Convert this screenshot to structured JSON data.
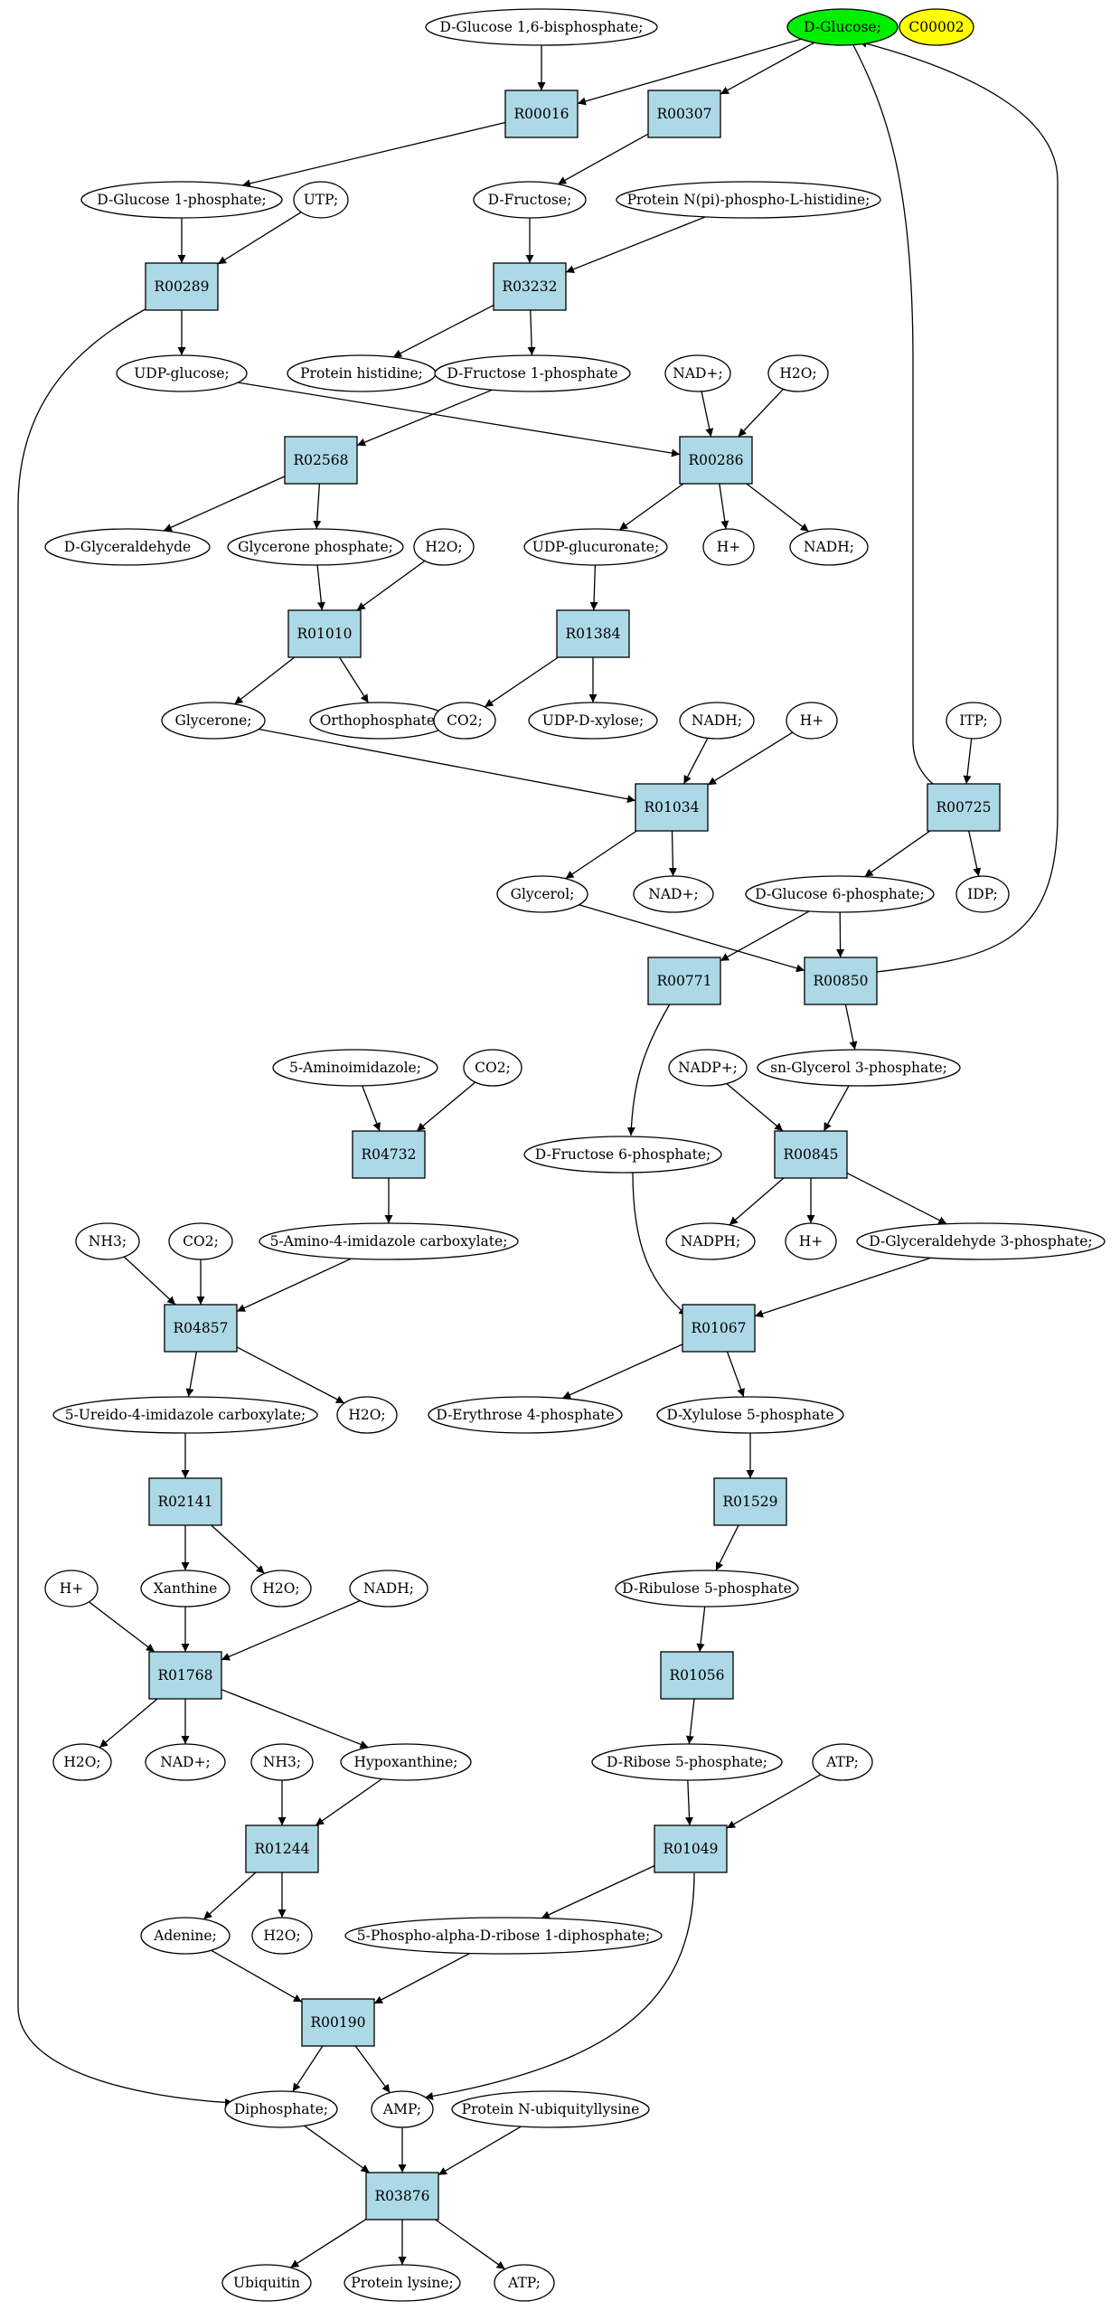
{
  "graph": {
    "colors": {
      "highlight": "#00ee00",
      "secondary": "#ffff00",
      "reaction": "#add8e6",
      "compound": "#ffffff"
    },
    "compounds": [
      {
        "id": "c_dglc16bp",
        "label": "D-Glucose 1,6-bisphosphate;"
      },
      {
        "id": "c_dglucose",
        "label": "D-Glucose;",
        "color": "#00ee00"
      },
      {
        "id": "c_c00002",
        "label": "C00002",
        "color": "#ffff00"
      },
      {
        "id": "c_dglc1p",
        "label": "D-Glucose 1-phosphate;"
      },
      {
        "id": "c_utp",
        "label": "UTP;"
      },
      {
        "id": "c_dfructose",
        "label": "D-Fructose;"
      },
      {
        "id": "c_protnpi",
        "label": "Protein N(pi)-phospho-L-histidine;"
      },
      {
        "id": "c_udpglc",
        "label": "UDP-glucose;"
      },
      {
        "id": "c_prothis",
        "label": "Protein histidine;"
      },
      {
        "id": "c_dfru1p",
        "label": "D-Fructose 1-phosphate"
      },
      {
        "id": "c_nadp_plus1",
        "label": "NAD+;"
      },
      {
        "id": "c_h2o_1",
        "label": "H2O;"
      },
      {
        "id": "c_dglyald",
        "label": "D-Glyceraldehyde"
      },
      {
        "id": "c_gnp",
        "label": "Glycerone phosphate;"
      },
      {
        "id": "c_h2o_2",
        "label": "H2O;"
      },
      {
        "id": "c_udpglcur",
        "label": "UDP-glucuronate;"
      },
      {
        "id": "c_hplus1",
        "label": "H+"
      },
      {
        "id": "c_nadh1",
        "label": "NADH;"
      },
      {
        "id": "c_glycerone",
        "label": "Glycerone;"
      },
      {
        "id": "c_orthop",
        "label": "Orthophosphate;"
      },
      {
        "id": "c_co2_1",
        "label": "CO2;"
      },
      {
        "id": "c_udpxyl",
        "label": "UDP-D-xylose;"
      },
      {
        "id": "c_nadh2",
        "label": "NADH;"
      },
      {
        "id": "c_hplus2",
        "label": "H+"
      },
      {
        "id": "c_itp",
        "label": "ITP;"
      },
      {
        "id": "c_glycerol",
        "label": "Glycerol;"
      },
      {
        "id": "c_nadplus2",
        "label": "NAD+;"
      },
      {
        "id": "c_dglc6p",
        "label": "D-Glucose 6-phosphate;"
      },
      {
        "id": "c_idp",
        "label": "IDP;"
      },
      {
        "id": "c_aminoimid",
        "label": "5-Aminoimidazole;"
      },
      {
        "id": "c_co2_2",
        "label": "CO2;"
      },
      {
        "id": "c_nadpplus",
        "label": "NADP+;"
      },
      {
        "id": "c_snglyc3p",
        "label": "sn-Glycerol 3-phosphate;"
      },
      {
        "id": "c_dfru6p",
        "label": "D-Fructose 6-phosphate;"
      },
      {
        "id": "c_nh3_1",
        "label": "NH3;"
      },
      {
        "id": "c_co2_3",
        "label": "CO2;"
      },
      {
        "id": "c_amimcarb",
        "label": "5-Amino-4-imidazole carboxylate;"
      },
      {
        "id": "c_nadph",
        "label": "NADPH;"
      },
      {
        "id": "c_hplus3",
        "label": "H+"
      },
      {
        "id": "c_dga3p",
        "label": "D-Glyceraldehyde 3-phosphate;"
      },
      {
        "id": "c_ureido",
        "label": "5-Ureido-4-imidazole carboxylate;"
      },
      {
        "id": "c_h2o_3",
        "label": "H2O;"
      },
      {
        "id": "c_derythr4p",
        "label": "D-Erythrose 4-phosphate"
      },
      {
        "id": "c_dxyl5p",
        "label": "D-Xylulose 5-phosphate"
      },
      {
        "id": "c_hplus4",
        "label": "H+"
      },
      {
        "id": "c_xanthine",
        "label": "Xanthine"
      },
      {
        "id": "c_h2o_4",
        "label": "H2O;"
      },
      {
        "id": "c_nadh3",
        "label": "NADH;"
      },
      {
        "id": "c_dribu5p",
        "label": "D-Ribulose 5-phosphate"
      },
      {
        "id": "c_h2o_5",
        "label": "H2O;"
      },
      {
        "id": "c_nadplus3",
        "label": "NAD+;"
      },
      {
        "id": "c_nh3_2",
        "label": "NH3;"
      },
      {
        "id": "c_hypox",
        "label": "Hypoxanthine;"
      },
      {
        "id": "c_drib5p",
        "label": "D-Ribose 5-phosphate;"
      },
      {
        "id": "c_atp1",
        "label": "ATP;"
      },
      {
        "id": "c_adenine",
        "label": "Adenine;"
      },
      {
        "id": "c_h2o_6",
        "label": "H2O;"
      },
      {
        "id": "c_prpp",
        "label": "5-Phospho-alpha-D-ribose 1-diphosphate;"
      },
      {
        "id": "c_diphos",
        "label": "Diphosphate;"
      },
      {
        "id": "c_amp",
        "label": "AMP;"
      },
      {
        "id": "c_protubq",
        "label": "Protein N-ubiquityllysine"
      },
      {
        "id": "c_ubiquitin",
        "label": "Ubiquitin"
      },
      {
        "id": "c_protlys",
        "label": "Protein lysine;"
      },
      {
        "id": "c_atp2",
        "label": "ATP;"
      }
    ],
    "reactions": [
      {
        "id": "r_R00016",
        "label": "R00016"
      },
      {
        "id": "r_R00307",
        "label": "R00307"
      },
      {
        "id": "r_R00289",
        "label": "R00289"
      },
      {
        "id": "r_R03232",
        "label": "R03232"
      },
      {
        "id": "r_R02568",
        "label": "R02568"
      },
      {
        "id": "r_R00286",
        "label": "R00286"
      },
      {
        "id": "r_R01010",
        "label": "R01010"
      },
      {
        "id": "r_R01384",
        "label": "R01384"
      },
      {
        "id": "r_R01034",
        "label": "R01034"
      },
      {
        "id": "r_R00725",
        "label": "R00725"
      },
      {
        "id": "r_R00771",
        "label": "R00771"
      },
      {
        "id": "r_R00850",
        "label": "R00850"
      },
      {
        "id": "r_R04732",
        "label": "R04732"
      },
      {
        "id": "r_R00845",
        "label": "R00845"
      },
      {
        "id": "r_R04857",
        "label": "R04857"
      },
      {
        "id": "r_R01067",
        "label": "R01067"
      },
      {
        "id": "r_R02141",
        "label": "R02141"
      },
      {
        "id": "r_R01529",
        "label": "R01529"
      },
      {
        "id": "r_R01768",
        "label": "R01768"
      },
      {
        "id": "r_R01056",
        "label": "R01056"
      },
      {
        "id": "r_R01244",
        "label": "R01244"
      },
      {
        "id": "r_R01049",
        "label": "R01049"
      },
      {
        "id": "r_R00190",
        "label": "R00190"
      },
      {
        "id": "r_R03876",
        "label": "R03876"
      }
    ],
    "edges": [
      [
        "c_dglc16bp",
        "r_R00016"
      ],
      [
        "c_dglucose",
        "r_R00016"
      ],
      [
        "c_dglucose",
        "r_R00307"
      ],
      [
        "r_R00016",
        "c_dglc1p"
      ],
      [
        "r_R00307",
        "c_dfructose"
      ],
      [
        "c_dglc1p",
        "r_R00289"
      ],
      [
        "c_utp",
        "r_R00289"
      ],
      [
        "c_dfructose",
        "r_R03232"
      ],
      [
        "c_protnpi",
        "r_R03232"
      ],
      [
        "r_R00289",
        "c_udpglc"
      ],
      [
        "r_R00289",
        "c_diphos"
      ],
      [
        "r_R03232",
        "c_prothis"
      ],
      [
        "r_R03232",
        "c_dfru1p"
      ],
      [
        "c_dfru1p",
        "r_R02568"
      ],
      [
        "c_udpglc",
        "r_R00286"
      ],
      [
        "c_nadp_plus1",
        "r_R00286"
      ],
      [
        "c_h2o_1",
        "r_R00286"
      ],
      [
        "r_R02568",
        "c_dglyald"
      ],
      [
        "r_R02568",
        "c_gnp"
      ],
      [
        "r_R00286",
        "c_udpglcur"
      ],
      [
        "r_R00286",
        "c_hplus1"
      ],
      [
        "r_R00286",
        "c_nadh1"
      ],
      [
        "c_gnp",
        "r_R01010"
      ],
      [
        "c_h2o_2",
        "r_R01010"
      ],
      [
        "c_udpglcur",
        "r_R01384"
      ],
      [
        "r_R01010",
        "c_glycerone"
      ],
      [
        "r_R01010",
        "c_orthop"
      ],
      [
        "r_R01384",
        "c_co2_1"
      ],
      [
        "r_R01384",
        "c_udpxyl"
      ],
      [
        "c_glycerone",
        "r_R01034"
      ],
      [
        "c_nadh2",
        "r_R01034"
      ],
      [
        "c_hplus2",
        "r_R01034"
      ],
      [
        "c_dglucose",
        "r_R00725"
      ],
      [
        "c_itp",
        "r_R00725"
      ],
      [
        "r_R01034",
        "c_glycerol"
      ],
      [
        "r_R01034",
        "c_nadplus2"
      ],
      [
        "r_R00725",
        "c_dglc6p"
      ],
      [
        "r_R00725",
        "c_idp"
      ],
      [
        "c_dglc6p",
        "r_R00771"
      ],
      [
        "c_dglc6p",
        "r_R00850"
      ],
      [
        "c_glycerol",
        "r_R00850"
      ],
      [
        "r_R00850",
        "c_dglucose"
      ],
      [
        "r_R00850",
        "c_snglyc3p"
      ],
      [
        "c_aminoimid",
        "r_R04732"
      ],
      [
        "c_co2_2",
        "r_R04732"
      ],
      [
        "c_nadpplus",
        "r_R00845"
      ],
      [
        "c_snglyc3p",
        "r_R00845"
      ],
      [
        "r_R04732",
        "c_amimcarb"
      ],
      [
        "r_R00771",
        "c_dfru6p"
      ],
      [
        "r_R00845",
        "c_nadph"
      ],
      [
        "r_R00845",
        "c_hplus3"
      ],
      [
        "r_R00845",
        "c_dga3p"
      ],
      [
        "c_nh3_1",
        "r_R04857"
      ],
      [
        "c_co2_3",
        "r_R04857"
      ],
      [
        "c_amimcarb",
        "r_R04857"
      ],
      [
        "c_dfru6p",
        "r_R01067"
      ],
      [
        "c_dga3p",
        "r_R01067"
      ],
      [
        "r_R04857",
        "c_ureido"
      ],
      [
        "r_R04857",
        "c_h2o_3"
      ],
      [
        "r_R01067",
        "c_derythr4p"
      ],
      [
        "r_R01067",
        "c_dxyl5p"
      ],
      [
        "c_ureido",
        "r_R02141"
      ],
      [
        "c_dxyl5p",
        "r_R01529"
      ],
      [
        "r_R02141",
        "c_xanthine"
      ],
      [
        "r_R02141",
        "c_h2o_4"
      ],
      [
        "r_R01529",
        "c_dribu5p"
      ],
      [
        "c_hplus4",
        "r_R01768"
      ],
      [
        "c_xanthine",
        "r_R01768"
      ],
      [
        "c_nadh3",
        "r_R01768"
      ],
      [
        "c_dribu5p",
        "r_R01056"
      ],
      [
        "r_R01768",
        "c_h2o_5"
      ],
      [
        "r_R01768",
        "c_nadplus3"
      ],
      [
        "r_R01768",
        "c_hypox"
      ],
      [
        "r_R01056",
        "c_drib5p"
      ],
      [
        "c_nh3_2",
        "r_R01244"
      ],
      [
        "c_hypox",
        "r_R01244"
      ],
      [
        "c_drib5p",
        "r_R01049"
      ],
      [
        "c_atp1",
        "r_R01049"
      ],
      [
        "r_R01244",
        "c_adenine"
      ],
      [
        "r_R01244",
        "c_h2o_6"
      ],
      [
        "r_R01049",
        "c_prpp"
      ],
      [
        "r_R01049",
        "c_amp"
      ],
      [
        "c_adenine",
        "r_R00190"
      ],
      [
        "c_prpp",
        "r_R00190"
      ],
      [
        "r_R00190",
        "c_diphos"
      ],
      [
        "r_R00190",
        "c_amp"
      ],
      [
        "c_diphos",
        "r_R03876"
      ],
      [
        "c_amp",
        "r_R03876"
      ],
      [
        "c_protubq",
        "r_R03876"
      ],
      [
        "r_R03876",
        "c_ubiquitin"
      ],
      [
        "r_R03876",
        "c_protlys"
      ],
      [
        "r_R03876",
        "c_atp2"
      ]
    ]
  }
}
